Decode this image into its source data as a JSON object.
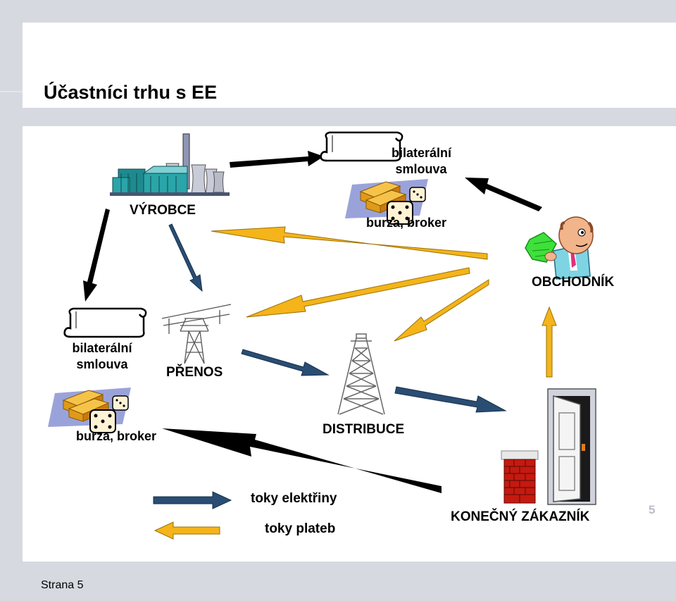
{
  "slide": {
    "title": "Účastníci trhu s EE",
    "page_label": "Strana 5",
    "slide_number": "5"
  },
  "nodes": {
    "producer": "VÝROBCE",
    "contract_top_line1": "bilaterální",
    "contract_top_line2": "smlouva",
    "exchange_top": "burza, broker",
    "trader": "OBCHODNÍK",
    "contract_left_line1": "bilaterální",
    "contract_left_line2": "smlouva",
    "transmission": "PŘENOS",
    "exchange_left": "burza, broker",
    "distribution": "DISTRIBUCE",
    "customer": "KONEČNÝ ZÁKAZNÍK"
  },
  "legend": {
    "electricity": "toky elektřiny",
    "payments": "toky plateb"
  },
  "colors": {
    "electricity_flow": "#2a4d73",
    "payment_flow": "#f4b41a",
    "contract_flow": "#000000"
  }
}
